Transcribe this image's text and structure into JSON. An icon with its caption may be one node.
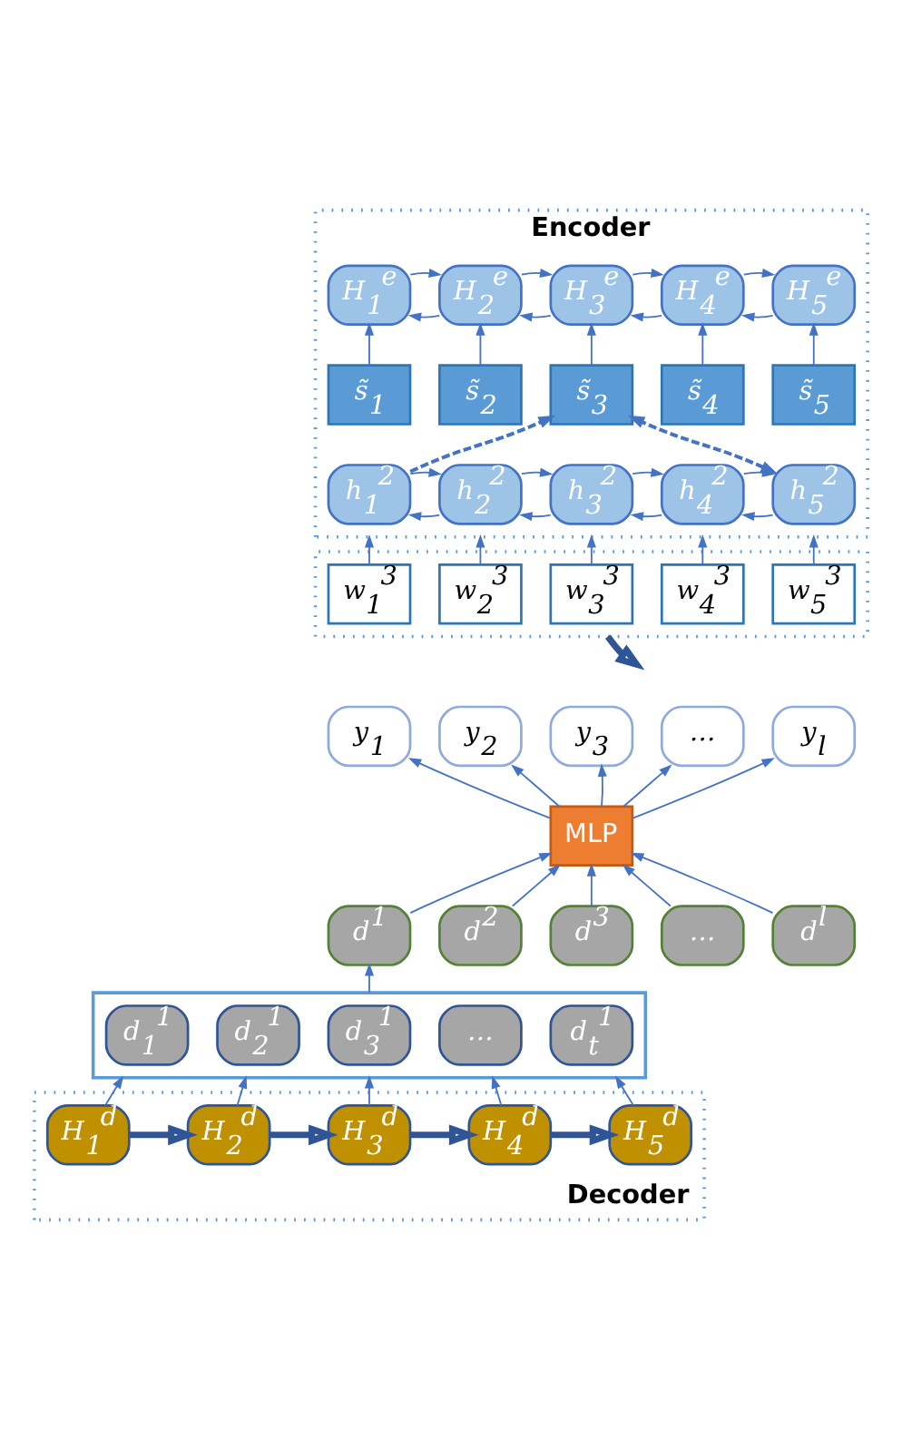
{
  "diagram": {
    "nodes": [
      {
        "text": [
          "Encoder"
        ]
      },
      {
        "text": [
          "H$_{1}$$^{e}$"
        ],
        "in": 0
      },
      {
        "text": [
          "H$_{2}$$^{e}$"
        ],
        "in": 0
      },
      {
        "text": [
          "H$_{3}$$^{e}$"
        ],
        "in": 0
      },
      {
        "text": [
          "H$_{4}$$^{e}$"
        ],
        "in": 0
      },
      {
        "text": [
          "H$_{5}$$^{e}$"
        ],
        "in": 0
      },
      {
        "text": [
          "s̃$_{1}$"
        ],
        "in": 0
      },
      {
        "text": [
          "s̃$_{2}$"
        ],
        "in": 0
      },
      {
        "text": [
          "s̃$_{3}$"
        ],
        "in": 0
      },
      {
        "text": [
          "s̃$_{4}$"
        ],
        "in": 0
      },
      {
        "text": [
          "s̃$_{5}$"
        ],
        "in": 0
      },
      {
        "text": [
          "h$_{1}$$^{2}$"
        ],
        "in": 0
      },
      {
        "text": [
          "h$_{2}$$^{2}$"
        ],
        "in": 0
      },
      {
        "text": [
          "h$_{3}$$^{2}$"
        ],
        "in": 0
      },
      {
        "text": [
          "h$_{4}$$^{2}$"
        ],
        "in": 0
      },
      {
        "text": [
          "h$_{5}$$^{2}$"
        ],
        "in": 0
      },
      {
        "text": [],
        "shape": "box"
      },
      {
        "text": [
          "w$_{1}$$^{3}$"
        ],
        "in": 16
      },
      {
        "text": [
          "w$_{2}$$^{3}$"
        ],
        "in": 16
      },
      {
        "text": [
          "w$_{3}$$^{3}$"
        ],
        "in": 16
      },
      {
        "text": [
          "w$_{4}$$^{3}$"
        ],
        "in": 16
      },
      {
        "text": [
          "w$_{5}$$^{3}$"
        ],
        "in": 16
      },
      {
        "text": [
          "y$_{1}$"
        ]
      },
      {
        "text": [
          "y$_{2}$"
        ]
      },
      {
        "text": [
          "y$_{3}$"
        ]
      },
      {
        "text": [
          "…"
        ]
      },
      {
        "text": [
          "y$_{l}$"
        ]
      },
      {
        "text": [
          "MLP"
        ]
      },
      {
        "text": [
          "d$^{1}$"
        ]
      },
      {
        "text": [
          "d$^{2}$"
        ]
      },
      {
        "text": [
          "d$^{3}$"
        ]
      },
      {
        "text": [
          "…"
        ]
      },
      {
        "text": [
          "d$^{l}$"
        ]
      },
      {
        "text": [],
        "shape": "box"
      },
      {
        "text": [
          "d$_{1}$$^{1}$"
        ],
        "in": 33
      },
      {
        "text": [
          "d$_{2}$$^{1}$"
        ],
        "in": 33
      },
      {
        "text": [
          "d$_{3}$$^{1}$"
        ],
        "in": 33
      },
      {
        "text": [
          "…"
        ],
        "in": 33
      },
      {
        "text": [
          "d$_{t}$$^{1}$"
        ],
        "in": 33
      },
      {
        "text": [
          "Decoder"
        ]
      },
      {
        "text": [
          "H$_{1}$$^{d}$"
        ],
        "in": 39
      },
      {
        "text": [
          "H$_{2}$$^{d}$"
        ],
        "in": 39
      },
      {
        "text": [
          "H$_{3}$$^{d}$"
        ],
        "in": 39
      },
      {
        "text": [
          "H$_{4}$$^{d}$"
        ],
        "in": 39
      },
      {
        "text": [
          "H$_{5}$$^{d}$"
        ],
        "in": 39
      }
    ],
    "edges": [
      {
        "from": 1,
        "to": 2,
        "arrow": "to"
      },
      {
        "from": 2,
        "to": 3,
        "arrow": "to"
      },
      {
        "from": 3,
        "to": 4,
        "arrow": "to"
      },
      {
        "from": 4,
        "to": 5,
        "arrow": "to"
      },
      {
        "from": 2,
        "to": 1,
        "arrow": "to"
      },
      {
        "from": 3,
        "to": 2,
        "arrow": "to"
      },
      {
        "from": 4,
        "to": 3,
        "arrow": "to"
      },
      {
        "from": 5,
        "to": 4,
        "arrow": "to"
      },
      {
        "from": 6,
        "to": 1,
        "arrow": "to"
      },
      {
        "from": 7,
        "to": 2,
        "arrow": "to"
      },
      {
        "from": 8,
        "to": 3,
        "arrow": "to"
      },
      {
        "from": 9,
        "to": 4,
        "arrow": "to"
      },
      {
        "from": 10,
        "to": 5,
        "arrow": "to"
      },
      {
        "from": 11,
        "to": 12,
        "arrow": "to"
      },
      {
        "from": 12,
        "to": 13,
        "arrow": "to"
      },
      {
        "from": 13,
        "to": 14,
        "arrow": "to"
      },
      {
        "from": 14,
        "to": 15,
        "arrow": "to"
      },
      {
        "from": 12,
        "to": 11,
        "arrow": "to"
      },
      {
        "from": 13,
        "to": 12,
        "arrow": "to"
      },
      {
        "from": 14,
        "to": 13,
        "arrow": "to"
      },
      {
        "from": 15,
        "to": 14,
        "arrow": "to"
      },
      {
        "from": 11,
        "to": 8,
        "arrow": "to",
        "style": "dashed"
      },
      {
        "from": 15,
        "to": 8,
        "arrow": "both",
        "style": "dashed"
      },
      {
        "from": 17,
        "to": 0,
        "arrow": "to"
      },
      {
        "from": 18,
        "to": 0,
        "arrow": "to"
      },
      {
        "from": 19,
        "to": 0,
        "arrow": "to"
      },
      {
        "from": 20,
        "to": 0,
        "arrow": "to"
      },
      {
        "from": 21,
        "to": 0,
        "arrow": "to"
      },
      {
        "from": 16,
        "to": null,
        "arrow": "to",
        "style": "thick"
      },
      {
        "from": 27,
        "to": 22,
        "arrow": "to"
      },
      {
        "from": 27,
        "to": 23,
        "arrow": "to"
      },
      {
        "from": 27,
        "to": 24,
        "arrow": "to"
      },
      {
        "from": 27,
        "to": 25,
        "arrow": "to"
      },
      {
        "from": 27,
        "to": 26,
        "arrow": "to"
      },
      {
        "from": 28,
        "to": 27,
        "arrow": "to"
      },
      {
        "from": 29,
        "to": 27,
        "arrow": "to"
      },
      {
        "from": 30,
        "to": 27,
        "arrow": "to"
      },
      {
        "from": 31,
        "to": 27,
        "arrow": "to"
      },
      {
        "from": 32,
        "to": 27,
        "arrow": "to"
      },
      {
        "from": 33,
        "to": 28,
        "arrow": "to"
      },
      {
        "from": 40,
        "to": 33,
        "arrow": "to"
      },
      {
        "from": 41,
        "to": 33,
        "arrow": "to"
      },
      {
        "from": 42,
        "to": 33,
        "arrow": "to"
      },
      {
        "from": 43,
        "to": 33,
        "arrow": "to"
      },
      {
        "from": 44,
        "to": 33,
        "arrow": "to"
      },
      {
        "from": 40,
        "to": 41,
        "arrow": "to",
        "style": "thick"
      },
      {
        "from": 41,
        "to": 42,
        "arrow": "to",
        "style": "thick"
      },
      {
        "from": 42,
        "to": 43,
        "arrow": "to",
        "style": "thick"
      },
      {
        "from": 43,
        "to": 44,
        "arrow": "to",
        "style": "thick"
      }
    ]
  }
}
